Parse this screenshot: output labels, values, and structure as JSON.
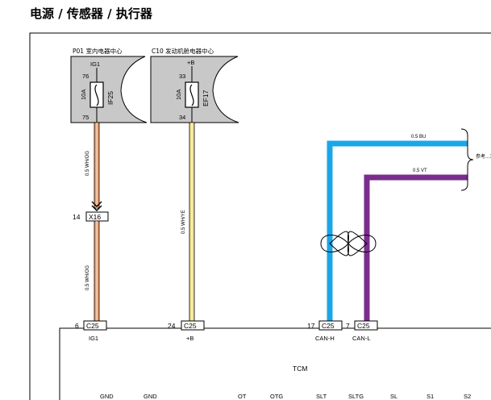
{
  "title": "电源 / 传感器 / 执行器",
  "fuse_boxes": [
    {
      "name": "P01 室内电器中心",
      "supply": "IG1",
      "pin_in": "76",
      "pin_out": "75",
      "rating": "10A",
      "fuse": "IF25"
    },
    {
      "name": "C10 发动机舱电器中心",
      "supply": "+B",
      "pin_in": "33",
      "pin_out": "34",
      "rating": "10A",
      "fuse": "EF17"
    }
  ],
  "wires": {
    "ig1_upper": "0.5 WH/OG",
    "ig1_lower": "0.5 WH/OG",
    "b_plus": "0.5 WH/YE",
    "can_h": "0.5 BU",
    "can_l": "0.5 VT"
  },
  "inline_connector": {
    "pin": "14",
    "name": "X16"
  },
  "tcm_pins": [
    {
      "pin": "6",
      "conn": "C25",
      "signal": "IG1"
    },
    {
      "pin": "24",
      "conn": "C25",
      "signal": "+B"
    },
    {
      "pin": "17",
      "conn": "C25",
      "signal": "CAN-H"
    },
    {
      "pin": "7",
      "conn": "C25",
      "signal": "CAN-L"
    }
  ],
  "reference_note": "参考...车载...",
  "module": {
    "name": "TCM",
    "bottom_labels": [
      "GND",
      "GND",
      "OT",
      "OTG",
      "SLT",
      "SLTG",
      "SL",
      "S1",
      "S2"
    ]
  },
  "colors": {
    "can_h": "#1aa7e8",
    "can_l": "#7a2d8c",
    "ig1_wire": "#f0a070",
    "b_plus_wire": "#f0e48a",
    "fuse_box": "#c8c8c8"
  }
}
